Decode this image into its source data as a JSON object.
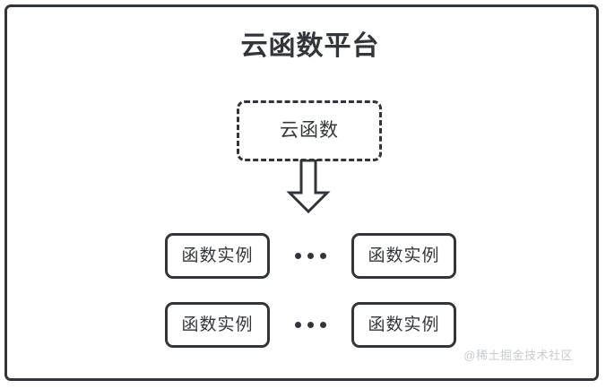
{
  "diagram": {
    "title": "云函数平台",
    "cloud_function": {
      "label": "云函数"
    },
    "flow_arrow": {
      "icon": "arrow-down-block-icon",
      "direction": "down"
    },
    "ellipsis": "•••",
    "rows": [
      {
        "left_instance": "函数实例",
        "ellipsis_label": "...",
        "right_instance": "函数实例"
      },
      {
        "left_instance": "函数实例",
        "ellipsis_label": "...",
        "right_instance": "函数实例"
      }
    ],
    "watermark": "@稀土掘金技术社区",
    "colors": {
      "stroke": "#32363a",
      "background": "#ffffff",
      "watermark_text": "#c8cbcf"
    }
  }
}
